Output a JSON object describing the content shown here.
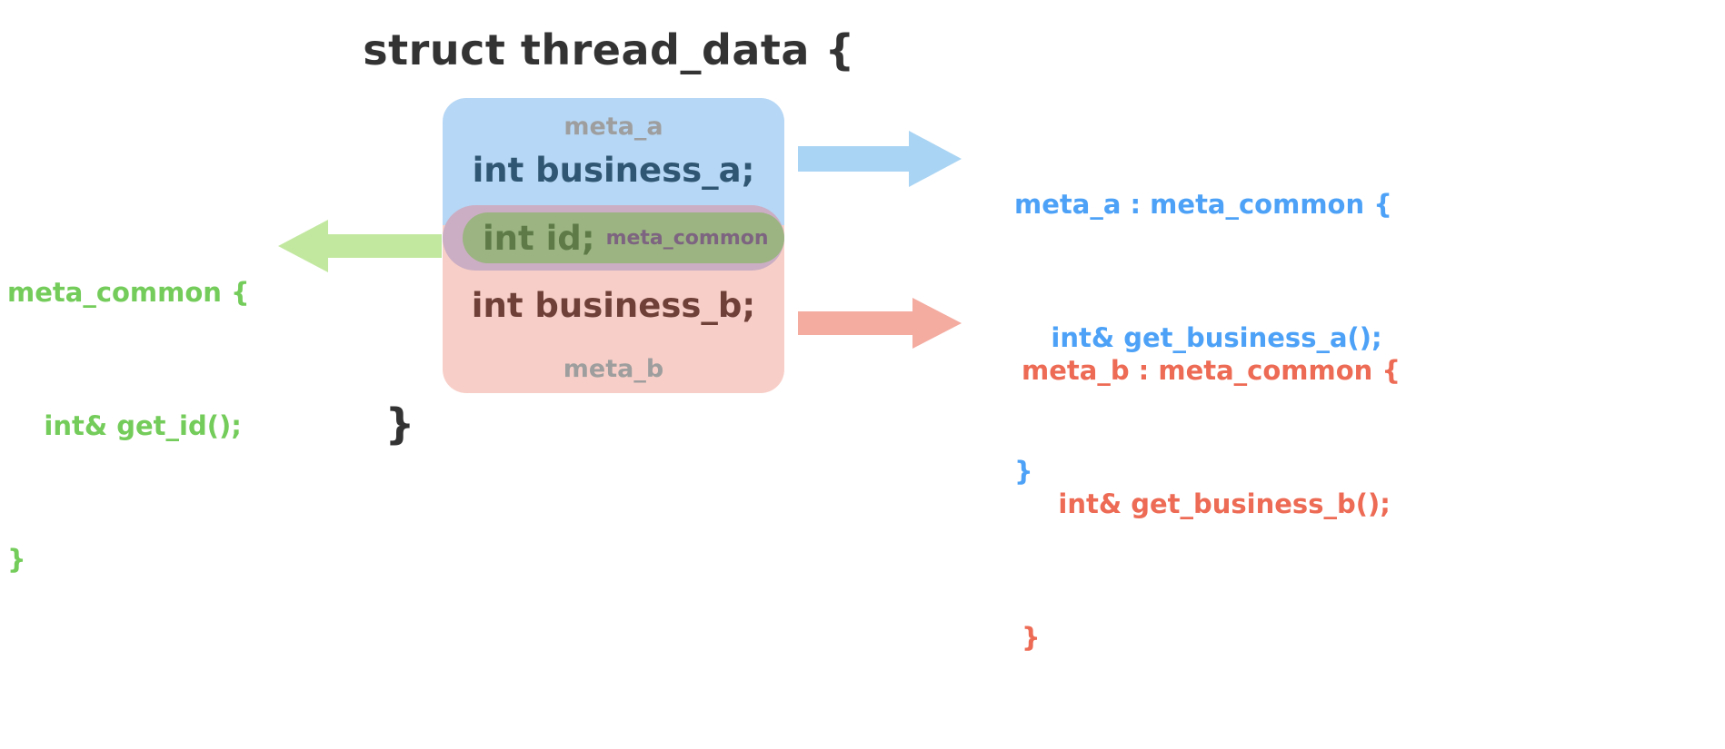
{
  "diagram": {
    "title": "struct thread_data {",
    "closing_brace": "}",
    "struct_box": {
      "section_a": {
        "meta_label": "meta_a",
        "field": "int business_a;",
        "fill_color": "#b6d7f5",
        "text_color": "#2f5672"
      },
      "section_common": {
        "field": "int id;",
        "meta_label": "meta_common",
        "outer_color": "#cbaec4",
        "inner_color": "#9bb481",
        "text_color": "#5d7a47",
        "meta_color": "#7d6480"
      },
      "section_b": {
        "meta_label": "meta_b",
        "field": "int business_b;",
        "fill_color": "#f8cfc8",
        "text_color": "#6e4038"
      }
    },
    "arrows": {
      "left": {
        "direction": "left",
        "color": "#c2e8a0"
      },
      "meta_a": {
        "direction": "right",
        "color": "#a9d4f3"
      },
      "meta_b": {
        "direction": "right",
        "color": "#f4aba0"
      }
    },
    "code_blocks": {
      "meta_common": {
        "color": "#74cc5a",
        "lines": [
          "meta_common {",
          "    int& get_id();",
          "}"
        ]
      },
      "meta_a": {
        "color": "#4da2f7",
        "lines": [
          "meta_a : meta_common {",
          "    int& get_business_a();",
          "}"
        ]
      },
      "meta_b": {
        "color": "#ed6a54",
        "lines": [
          "meta_b : meta_common {",
          "    int& get_business_b();",
          "}"
        ]
      }
    }
  }
}
